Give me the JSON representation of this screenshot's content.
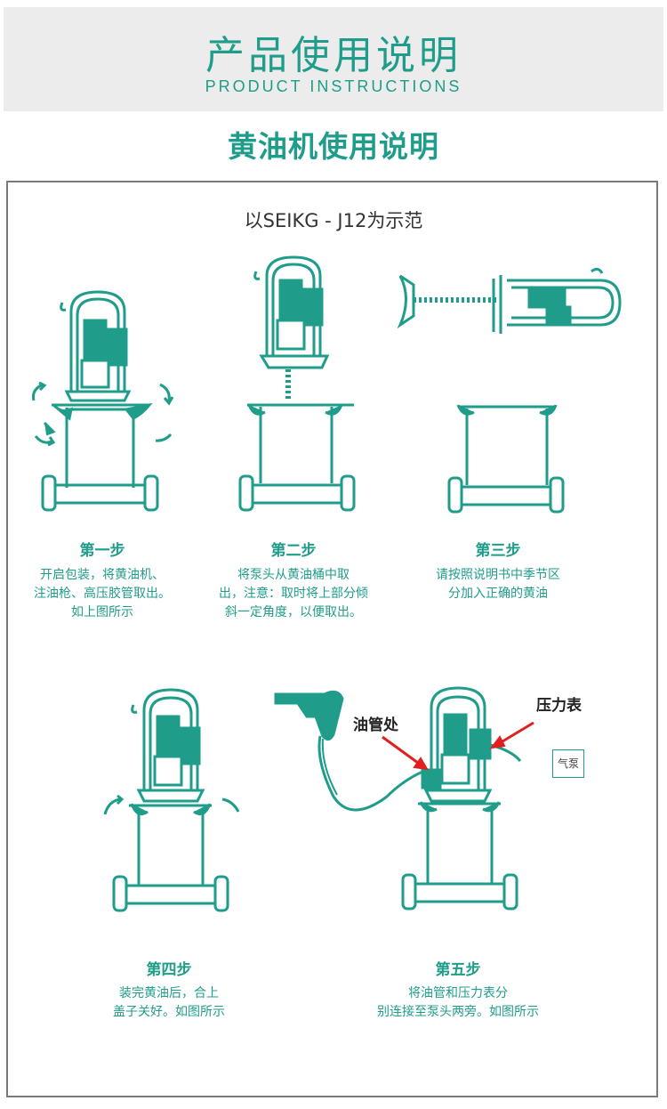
{
  "header": {
    "title": "产品使用说明",
    "subtitle": "PRODUCT INSTRUCTIONS"
  },
  "section": {
    "title": "黄油机使用说明",
    "example_text": "以SEIKG - J12为示范"
  },
  "steps": [
    {
      "title": "第一步",
      "lines": [
        "开启包装，将黄油机、",
        "注油枪、高压胶管取出。",
        "如上图所示"
      ]
    },
    {
      "title": "第二步",
      "lines": [
        "将泵头从黄油桶中取",
        "出，注意：取时将上部分倾",
        "斜一定角度，以便取出。"
      ]
    },
    {
      "title": "第三步",
      "lines": [
        "请按照说明书中季节区",
        "分加入正确的黄油"
      ]
    },
    {
      "title": "第四步",
      "lines": [
        "装完黄油后，合上",
        "盖子关好。如图所示"
      ]
    },
    {
      "title": "第五步",
      "lines": [
        "将油管和压力表分",
        "别连接至泵头两旁。如图所示"
      ]
    }
  ],
  "callouts": {
    "oil_pipe": "油管处",
    "pressure_gauge": "压力表",
    "air_pump": "气泵"
  },
  "colors": {
    "accent": "#1f9c8a",
    "arrow": "#e02020",
    "frame": "#7a7a7a"
  }
}
